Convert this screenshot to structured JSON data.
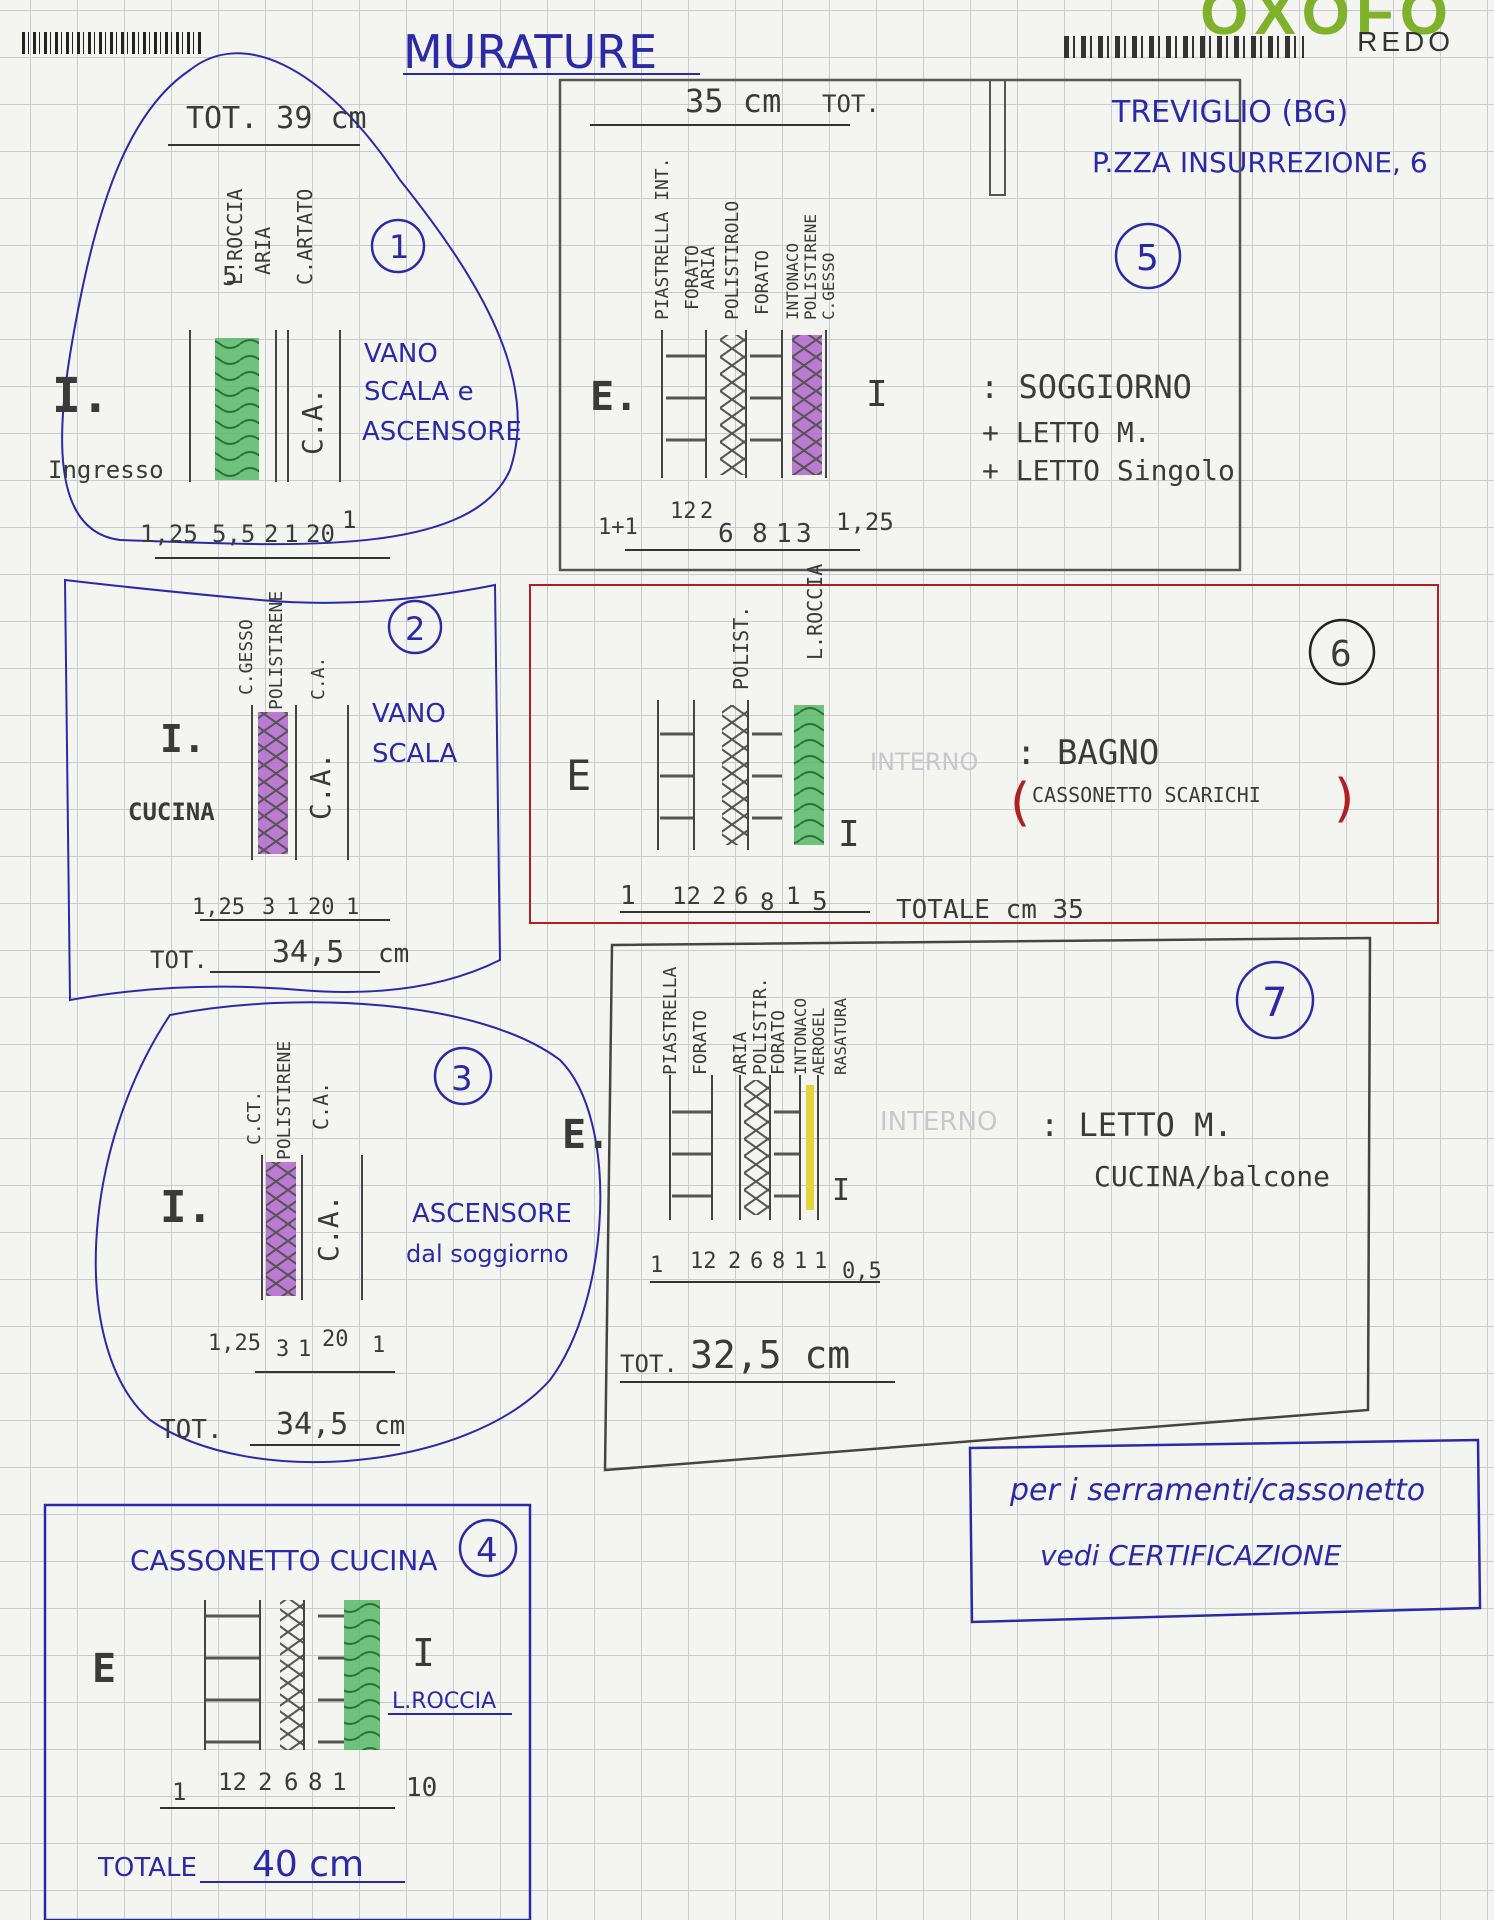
{
  "header": {
    "title": "MURATURE",
    "brand_logo": "OXOFO",
    "brand_name": "REDO",
    "location_line1": "TREVIGLIO (BG)",
    "location_line2": "P.ZZA INSURREZIONE, 6"
  },
  "walls": [
    {
      "number": "1",
      "total": "TOT. 39 cm",
      "layers": [
        "L.ROCCIA",
        "ARIA",
        "C.ARTATO"
      ],
      "air_gap": "5",
      "inner_label": "I.",
      "inner_room": "Ingresso",
      "ca_label": "C.A.",
      "outer_space": [
        "VANO",
        "SCALA e",
        "ASCENSORE"
      ],
      "dims": [
        "1,25",
        "5,5",
        "2",
        "1",
        "20",
        "1"
      ]
    },
    {
      "number": "2",
      "layers": [
        "C.GESSO",
        "POLISTIRENE",
        "C.A."
      ],
      "inner_label": "I.",
      "inner_room": "CUCINA",
      "ca_label": "C.A.",
      "outer_space": [
        "VANO",
        "SCALA"
      ],
      "dims": [
        "1,25",
        "3",
        "1",
        "20",
        "1"
      ],
      "total_label": "TOT.",
      "total_value": "34,5",
      "total_unit": "cm"
    },
    {
      "number": "3",
      "layers": [
        "C.CT.",
        "POLISTIRENE",
        "C.A."
      ],
      "inner_label": "I.",
      "ca_label": "C.A.",
      "outer_space": [
        "ASCENSORE",
        "dal soggiorno"
      ],
      "dims": [
        "1,25",
        "3",
        "1",
        "20",
        "1"
      ],
      "total_label": "TOT.",
      "total_value": "34,5",
      "total_unit": "cm"
    },
    {
      "number": "4",
      "title": "CASSONETTO CUCINA",
      "outer_label": "E",
      "inner_label": "I",
      "insulation_label": "L.ROCCIA",
      "dims": [
        "1",
        "12",
        "2",
        "6",
        "8",
        "1",
        "10"
      ],
      "total_label": "TOTALE",
      "total_value": "40 cm"
    },
    {
      "number": "5",
      "total": "35 cm",
      "total_suffix": "TOT.",
      "layers": [
        "PIASTRELLA INT.",
        "FORATO",
        "ARIA",
        "POLISTIROLO",
        "FORATO",
        "INTONACO",
        "POLISTIRENE",
        "C.GESSO"
      ],
      "outer_label": "E.",
      "inner_label": "I",
      "rooms": [
        ": SOGGIORNO",
        "+ LETTO M.",
        "+ LETTO Singolo"
      ],
      "dims": [
        "1+1",
        "12",
        "2",
        "6",
        "8",
        "1",
        "3",
        "1,25"
      ]
    },
    {
      "number": "6",
      "layers": [
        "POLIST.",
        "L.ROCCIA"
      ],
      "outer_label": "E",
      "inner_label": "I",
      "room": ": BAGNO",
      "room_note": "CASSONETTO SCARICHI",
      "faded": "INTERNO",
      "dims": [
        "1",
        "12",
        "2",
        "6",
        "8",
        "1",
        "5"
      ],
      "total": "TOTALE cm 35"
    },
    {
      "number": "7",
      "layers": [
        "PIASTRELLA",
        "FORATO",
        "ARIA",
        "POLISTIR.",
        "FORATO",
        "INTONACO",
        "AEROGEL",
        "RASATURA"
      ],
      "outer_label": "E.",
      "inner_label": "I",
      "rooms": [
        ": LETTO M.",
        "CUCINA/balcone"
      ],
      "faded": "INTERNO",
      "dims": [
        "1",
        "12",
        "2",
        "6",
        "8",
        "1",
        "1",
        "0,5"
      ],
      "total_label": "TOT.",
      "total_value": "32,5 cm"
    }
  ],
  "note": {
    "line1": "per i serramenti/cassonetto",
    "line2": "vedi CERTIFICAZIONE"
  },
  "colors": {
    "ink_blue": "#2a2aa8",
    "ink_red": "#b02020",
    "pencil": "#3a3a3a",
    "rockwool_green": "#56b866",
    "polystyrene_purple": "#b065cc",
    "aerogel_yellow": "#e2d43a",
    "brand_green": "#7fb12a"
  }
}
